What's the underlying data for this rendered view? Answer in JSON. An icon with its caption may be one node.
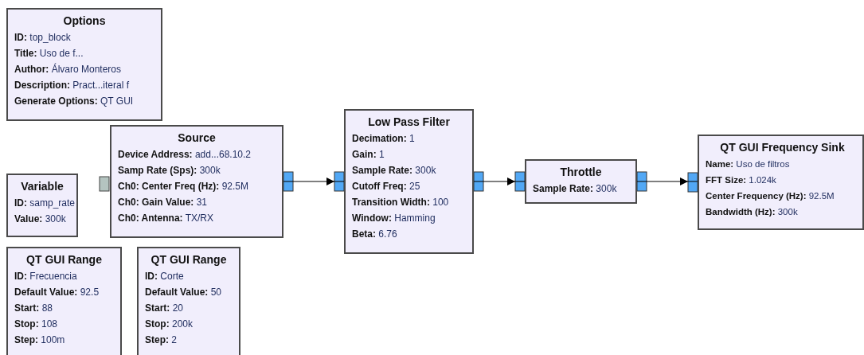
{
  "diagram": {
    "nodes": [
      {
        "text": [
          "Options",
          "**ID:** top_block",
          "**Title:** Uso de f...",
          "**Author:** Álvaro Monteros",
          "**Description:** Pract...iteral f",
          "**Generate Options:** QT GUI"
        ]
      },
      {
        "text": [
          "Variable",
          "**ID:** samp_rate",
          "**Value:** 300k"
        ]
      },
      {
        "text": [
          "Source",
          "**Device Address:** add...68.10.2",
          "**Samp Rate (Sps):** 300k",
          "**Ch0: Center Freq (Hz):** 92.5M",
          "**Ch0: Gain Value:** 31",
          "**Ch0: Antenna:** TX/RX"
        ]
      },
      {
        "text": [
          "Low Pass Filter",
          "**Decimation:** 1",
          "**Gain:** 1",
          "**Sample Rate:** 300k",
          "**Cutoff Freq:** 25",
          "**Transition Width:** 100",
          "**Window:** Hamming",
          "**Beta:** 6.76"
        ]
      },
      {
        "text": [
          "Throttle",
          "**Sample Rate:** 300k"
        ]
      },
      {
        "text": [
          "QT GUI Frequency Sink",
          "**Name:** Uso de filtros",
          "**FFT Size:** 1.024k",
          "**Center Frequency (Hz):** 92.5M",
          "**Bandwidth (Hz):** 300k"
        ]
      },
      {
        "text": [
          "QT GUI Range",
          "**ID:** Frecuencia",
          "**Default Value:** 92.5",
          "**Start:** 88",
          "**Stop:** 108",
          "**Step:** 100m"
        ]
      },
      {
        "text": [
          "QT GUI Range",
          "**ID:** Corte",
          "**Default Value:** 50",
          "**Start:** 20",
          "**Stop:** 200k",
          "**Step:** 2"
        ]
      }
    ],
    "edges": [
      {
        "from": 2,
        "to": 3,
        "arrow": "to"
      },
      {
        "from": 3,
        "to": 4,
        "arrow": "to"
      },
      {
        "from": 4,
        "to": 5,
        "arrow": "to"
      }
    ]
  }
}
